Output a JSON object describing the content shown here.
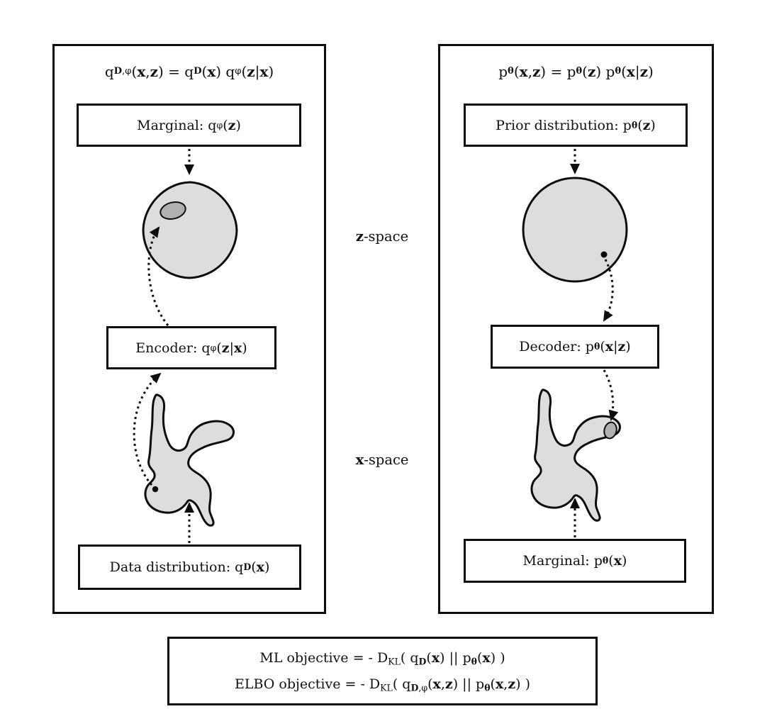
{
  "colors": {
    "background": "#ffffff",
    "line": "#0d0d0d",
    "box_border": "#0d0d0d",
    "blob_fill": "#dddddd",
    "blob_inner_fill": "#b0b0b0",
    "text": "#111111"
  },
  "left_panel": {
    "title": [
      {
        "t": "q"
      },
      {
        "t": "D",
        "sub": true,
        "b": true
      },
      {
        "t": ",φ",
        "sub": true
      },
      {
        "t": "("
      },
      {
        "t": "x",
        "b": true
      },
      {
        "t": ","
      },
      {
        "t": "z",
        "b": true
      },
      {
        "t": ") = q"
      },
      {
        "t": "D",
        "sub": true,
        "b": true
      },
      {
        "t": "("
      },
      {
        "t": "x",
        "b": true
      },
      {
        "t": ") q"
      },
      {
        "t": "φ",
        "sub": true
      },
      {
        "t": "("
      },
      {
        "t": "z",
        "b": true
      },
      {
        "t": "|"
      },
      {
        "t": "x",
        "b": true
      },
      {
        "t": ")"
      }
    ],
    "marginal_box": [
      {
        "t": "Marginal: q"
      },
      {
        "t": "φ",
        "sub": true
      },
      {
        "t": "("
      },
      {
        "t": "z",
        "b": true
      },
      {
        "t": ")"
      }
    ],
    "encoder_box": [
      {
        "t": "Encoder: q"
      },
      {
        "t": "φ",
        "sub": true
      },
      {
        "t": "("
      },
      {
        "t": "z",
        "b": true
      },
      {
        "t": "|"
      },
      {
        "t": "x",
        "b": true
      },
      {
        "t": ")"
      }
    ],
    "data_box": [
      {
        "t": "Data distribution: q"
      },
      {
        "t": "D",
        "sub": true,
        "b": true
      },
      {
        "t": "("
      },
      {
        "t": "x",
        "b": true
      },
      {
        "t": ")"
      }
    ]
  },
  "right_panel": {
    "title": [
      {
        "t": "p"
      },
      {
        "t": "θ",
        "sub": true,
        "b": true
      },
      {
        "t": "("
      },
      {
        "t": "x",
        "b": true
      },
      {
        "t": ","
      },
      {
        "t": "z",
        "b": true
      },
      {
        "t": ") = p"
      },
      {
        "t": "θ",
        "sub": true,
        "b": true
      },
      {
        "t": "("
      },
      {
        "t": "z",
        "b": true
      },
      {
        "t": ") p"
      },
      {
        "t": "θ",
        "sub": true,
        "b": true
      },
      {
        "t": "("
      },
      {
        "t": "x",
        "b": true
      },
      {
        "t": "|"
      },
      {
        "t": "z",
        "b": true
      },
      {
        "t": ")"
      }
    ],
    "prior_box": [
      {
        "t": "Prior distribution: p"
      },
      {
        "t": "θ",
        "sub": true,
        "b": true
      },
      {
        "t": "("
      },
      {
        "t": "z",
        "b": true
      },
      {
        "t": ")"
      }
    ],
    "decoder_box": [
      {
        "t": "Decoder: p"
      },
      {
        "t": "θ",
        "sub": true,
        "b": true
      },
      {
        "t": "("
      },
      {
        "t": "x",
        "b": true
      },
      {
        "t": "|"
      },
      {
        "t": "z",
        "b": true
      },
      {
        "t": ")"
      }
    ],
    "marginal_box": [
      {
        "t": "Marginal: p"
      },
      {
        "t": "θ",
        "sub": true,
        "b": true
      },
      {
        "t": "("
      },
      {
        "t": "x",
        "b": true
      },
      {
        "t": ")"
      }
    ]
  },
  "labels": {
    "z_space": [
      {
        "t": "z",
        "b": true
      },
      {
        "t": "-space"
      }
    ],
    "x_space": [
      {
        "t": "x",
        "b": true
      },
      {
        "t": "-space"
      }
    ]
  },
  "objective_box": {
    "line1": [
      {
        "t": "ML objective = - D"
      },
      {
        "t": "KL",
        "sub": true
      },
      {
        "t": "( q"
      },
      {
        "t": "D",
        "sub": true,
        "b": true
      },
      {
        "t": "("
      },
      {
        "t": "x",
        "b": true
      },
      {
        "t": ") || p"
      },
      {
        "t": "θ",
        "sub": true,
        "b": true
      },
      {
        "t": "("
      },
      {
        "t": "x",
        "b": true
      },
      {
        "t": ") )"
      }
    ],
    "line2": [
      {
        "t": "ELBO objective = - D"
      },
      {
        "t": "KL",
        "sub": true
      },
      {
        "t": "( q"
      },
      {
        "t": "D",
        "sub": true,
        "b": true
      },
      {
        "t": ",φ",
        "sub": true
      },
      {
        "t": "("
      },
      {
        "t": "x",
        "b": true
      },
      {
        "t": ","
      },
      {
        "t": "z",
        "b": true
      },
      {
        "t": ") || p"
      },
      {
        "t": "θ",
        "sub": true,
        "b": true
      },
      {
        "t": "("
      },
      {
        "t": "x",
        "b": true
      },
      {
        "t": ","
      },
      {
        "t": "z",
        "b": true
      },
      {
        "t": ") )"
      }
    ]
  }
}
